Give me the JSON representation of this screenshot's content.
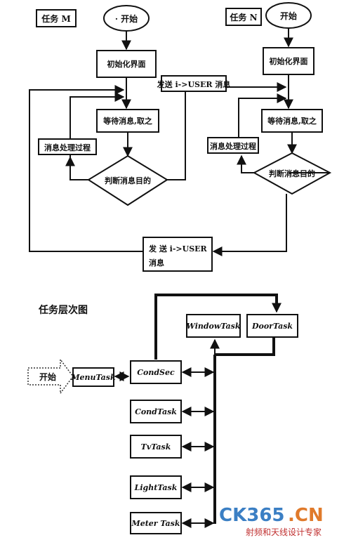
{
  "flow": {
    "task_m_label": "任务 M",
    "task_n_label": "任务 N",
    "start_m": "· 开始",
    "start_n": "开始",
    "init_m": "初始化界面",
    "init_n": "初始化界面",
    "wait_m": "等待消息,取之",
    "wait_n": "等待消息,取之",
    "handler_m": "消息处理过程",
    "handler_n": "消息处理过程",
    "judge_m": "判断消息目的",
    "judge_n": "判断消息目的",
    "send_mid": "发送 i->USER 消息",
    "send_bottom_line1": "发 送  i->USER",
    "send_bottom_line2": "消息"
  },
  "hierarchy": {
    "title": "任务层次图",
    "start": "开始",
    "menu": "MenuTask",
    "cond_sec": "CondSec",
    "cond_task": "CondTask",
    "tv_task": "TvTask",
    "light_task": "LightTask",
    "meter_task": "Meter Task",
    "window_task": "WindowTask",
    "door_task": "DoorTask"
  },
  "watermark": {
    "brand_blue": "CK365",
    "brand_orange": ".CN",
    "slogan": "射频和天线设计专家"
  },
  "colors": {
    "line": "#111111",
    "watermark_blue": "#3b7fc4",
    "watermark_orange": "#e07a2b"
  }
}
